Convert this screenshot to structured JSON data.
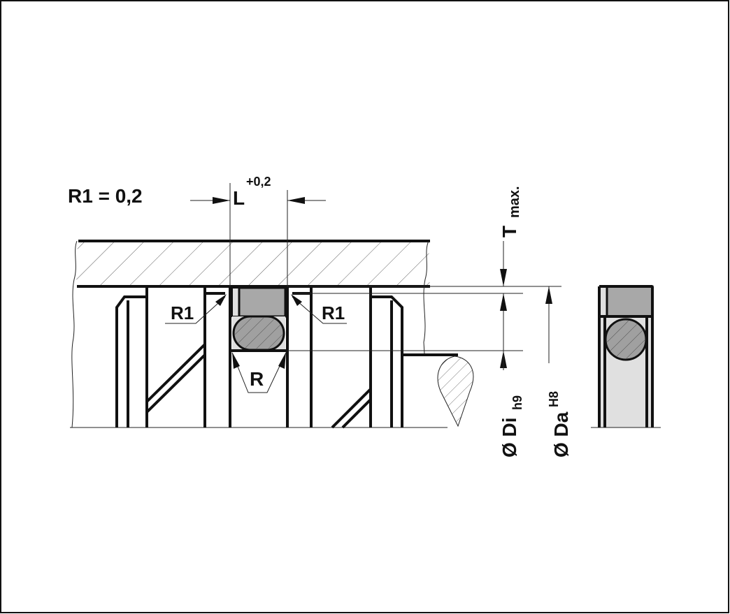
{
  "diagram": {
    "type": "seal-installation-drawing",
    "labels": {
      "r1_note": "R1 = 0,2",
      "l_dimension": "L",
      "l_tolerance": "+0,2",
      "r1_left": "R1",
      "r1_right": "R1",
      "r_radius": "R",
      "t_max": "T",
      "t_max_suffix": "max.",
      "di_label": "Ø Di",
      "di_tolerance": "h9",
      "da_label": "Ø Da",
      "da_tolerance": "H8"
    },
    "colors": {
      "line": "#111111",
      "seal_cap": "#a8a8a8",
      "seal_body": "#e0e0e0",
      "oring": "#a0a0a0"
    }
  }
}
